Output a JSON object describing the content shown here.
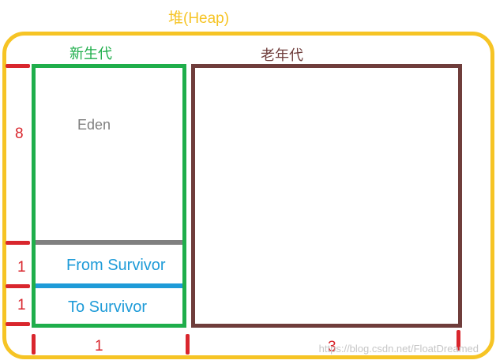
{
  "heap": {
    "title": "堆(Heap)"
  },
  "young": {
    "title": "新生代"
  },
  "old": {
    "title": "老年代"
  },
  "regions": {
    "eden": "Eden",
    "from_survivor": "From Survivor",
    "to_survivor": "To Survivor"
  },
  "ratios": {
    "eden": "8",
    "from": "1",
    "to": "1",
    "young_width": "1",
    "old_width": "3"
  },
  "watermark": "https://blog.csdn.net/FloatDreamed",
  "colors": {
    "heap": "#f6c425",
    "young": "#1fae4b",
    "old": "#6f3d3b",
    "divider_eden": "#808080",
    "divider_survivor": "#1e9bd8",
    "survivor_text": "#1e9bd8",
    "ratio": "#d9262d"
  }
}
